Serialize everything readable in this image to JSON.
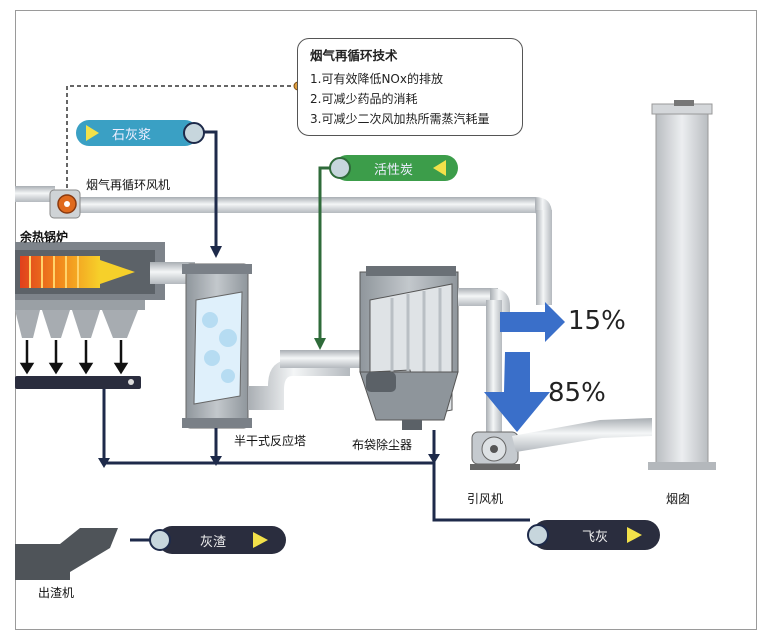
{
  "note": {
    "title": "烟气再循环技术",
    "items": [
      "1.可有效降低NOx的排放",
      "2.可减少药品的消耗",
      "3.可减少二次风加热所需蒸汽耗量"
    ]
  },
  "tags": {
    "lime_slurry": "石灰浆",
    "activated_carbon": "活性炭",
    "ash_slag": "灰渣",
    "fly_ash": "飞灰"
  },
  "labels": {
    "recirc_fan": "烟气再循环风机",
    "boiler": "余热锅炉",
    "semi_dry_tower": "半干式反应塔",
    "bag_filter": "布袋除尘器",
    "induced_fan": "引风机",
    "chimney": "烟囱",
    "slag_remover": "出渣机"
  },
  "split": {
    "recirc_pct": "15%",
    "stack_pct": "85%"
  },
  "colors": {
    "pipe": "#e2e5e8",
    "line_navy": "#1e2a4a",
    "line_green": "#2f6b3a",
    "tag_blue": "#3aa0c4",
    "tag_green": "#3c9d4a",
    "tag_dark": "#2a2d3e",
    "arrow_blue": "#3a6fc9"
  }
}
